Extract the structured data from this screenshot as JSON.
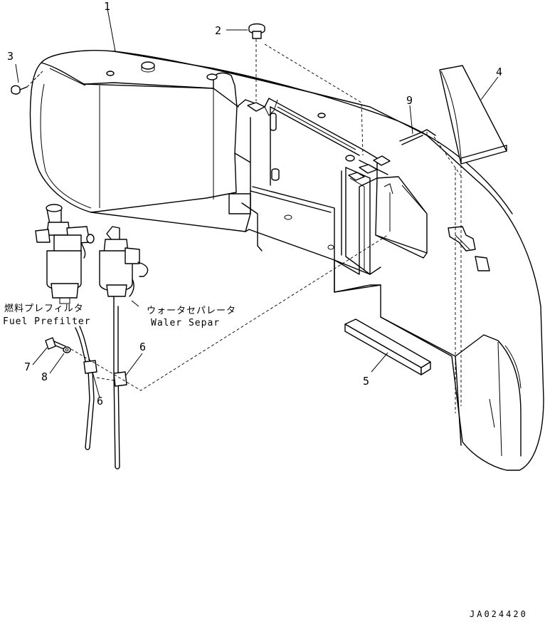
{
  "callouts": {
    "p1": "1",
    "p2": "2",
    "p3": "3",
    "p4": "4",
    "p5": "5",
    "p6a": "6",
    "p6b": "6",
    "p7": "7",
    "p8": "8",
    "p9": "9"
  },
  "labels": {
    "prefilter_jp": "燃料プレフィルタ",
    "prefilter_en": "Fuel Prefilter",
    "separator_jp": "ウォータセパレータ",
    "separator_en": "Waler Separ"
  },
  "drawing_code": "JA024420"
}
